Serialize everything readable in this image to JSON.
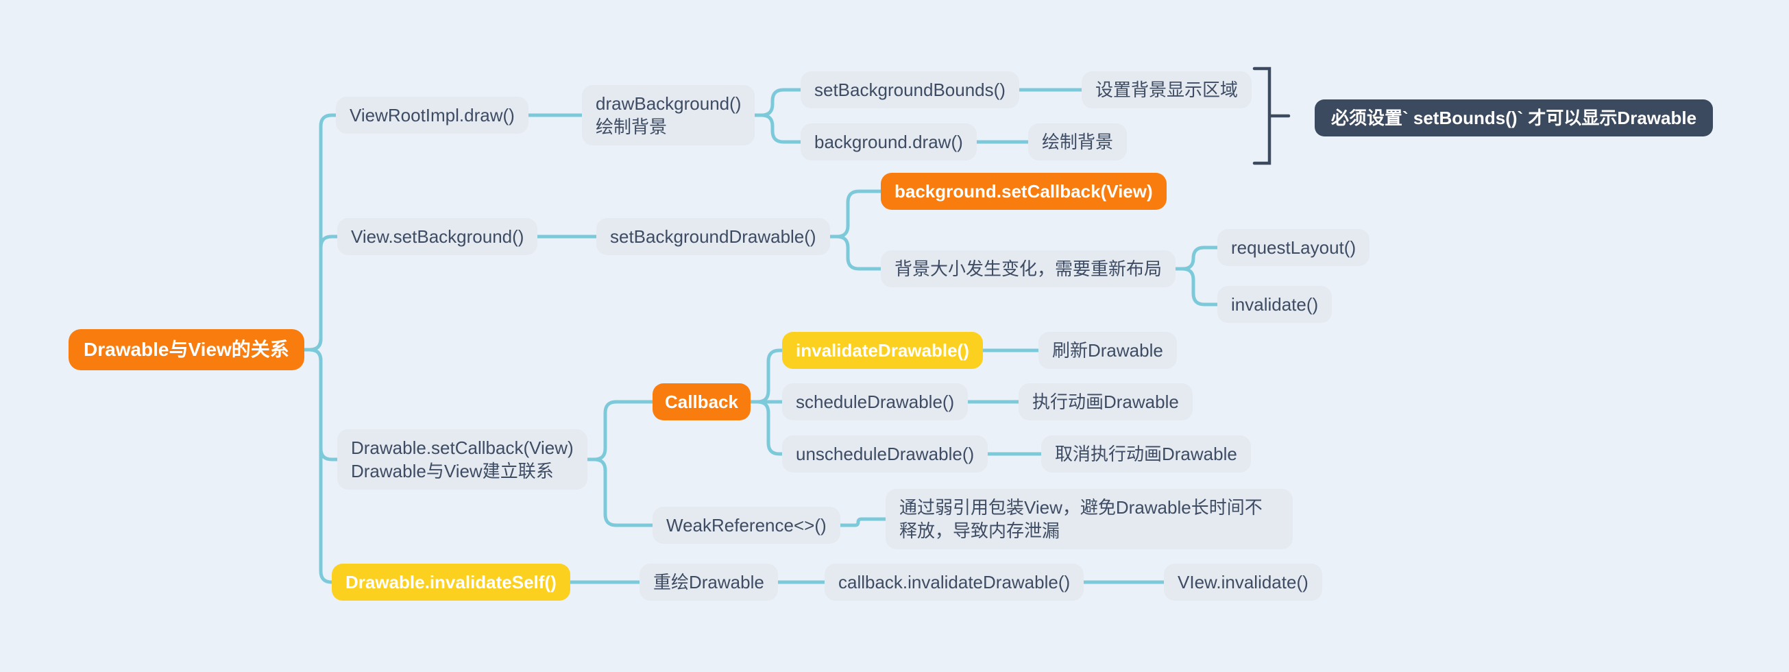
{
  "palette": {
    "background": "#eaf1f9",
    "node_bg": "#e5e9f0",
    "node_text": "#3d4c63",
    "orange": "#f97c0e",
    "yellow": "#fcd01e",
    "dark_note_bg": "#3b4a5e",
    "connector": "#7cc9da"
  },
  "root": {
    "label": "Drawable与View的关系"
  },
  "branch_viewroot_draw": {
    "label": "ViewRootImpl.draw()",
    "draw_background": {
      "line1": "drawBackground()",
      "line2": "绘制背景",
      "set_background_bounds": {
        "label": "setBackgroundBounds()",
        "desc": "设置背景显示区域"
      },
      "background_draw": {
        "label": "background.draw()",
        "desc": "绘制背景"
      },
      "summary_note": "必须设置` setBounds()` 才可以显示Drawable"
    }
  },
  "branch_view_set_background": {
    "label": "View.setBackground()",
    "set_background_drawable": {
      "label": "setBackgroundDrawable()",
      "background_set_callback": "background.setCallback(View)",
      "background_size_change": {
        "label": "背景大小发生变化，需要重新布局",
        "request_layout": "requestLayout()",
        "invalidate": "invalidate()"
      }
    }
  },
  "branch_drawable_set_callback": {
    "line1": "Drawable.setCallback(View)",
    "line2": "Drawable与View建立联系",
    "callback": {
      "label": "Callback",
      "invalidate_drawable": {
        "label": "invalidateDrawable()",
        "desc": "刷新Drawable"
      },
      "schedule_drawable": {
        "label": "scheduleDrawable()",
        "desc": "执行动画Drawable"
      },
      "unschedule_drawable": {
        "label": "unscheduleDrawable()",
        "desc": "取消执行动画Drawable"
      }
    },
    "weak_reference": {
      "label": "WeakReference<>()",
      "desc": "通过弱引用包装View，避免Drawable长时间不释放，导致内存泄漏"
    }
  },
  "branch_drawable_invalidate_self": {
    "label": "Drawable.invalidateSelf()",
    "redraw": "重绘Drawable",
    "callback_invalidate_drawable": "callback.invalidateDrawable()",
    "view_invalidate": "VIew.invalidate()"
  }
}
